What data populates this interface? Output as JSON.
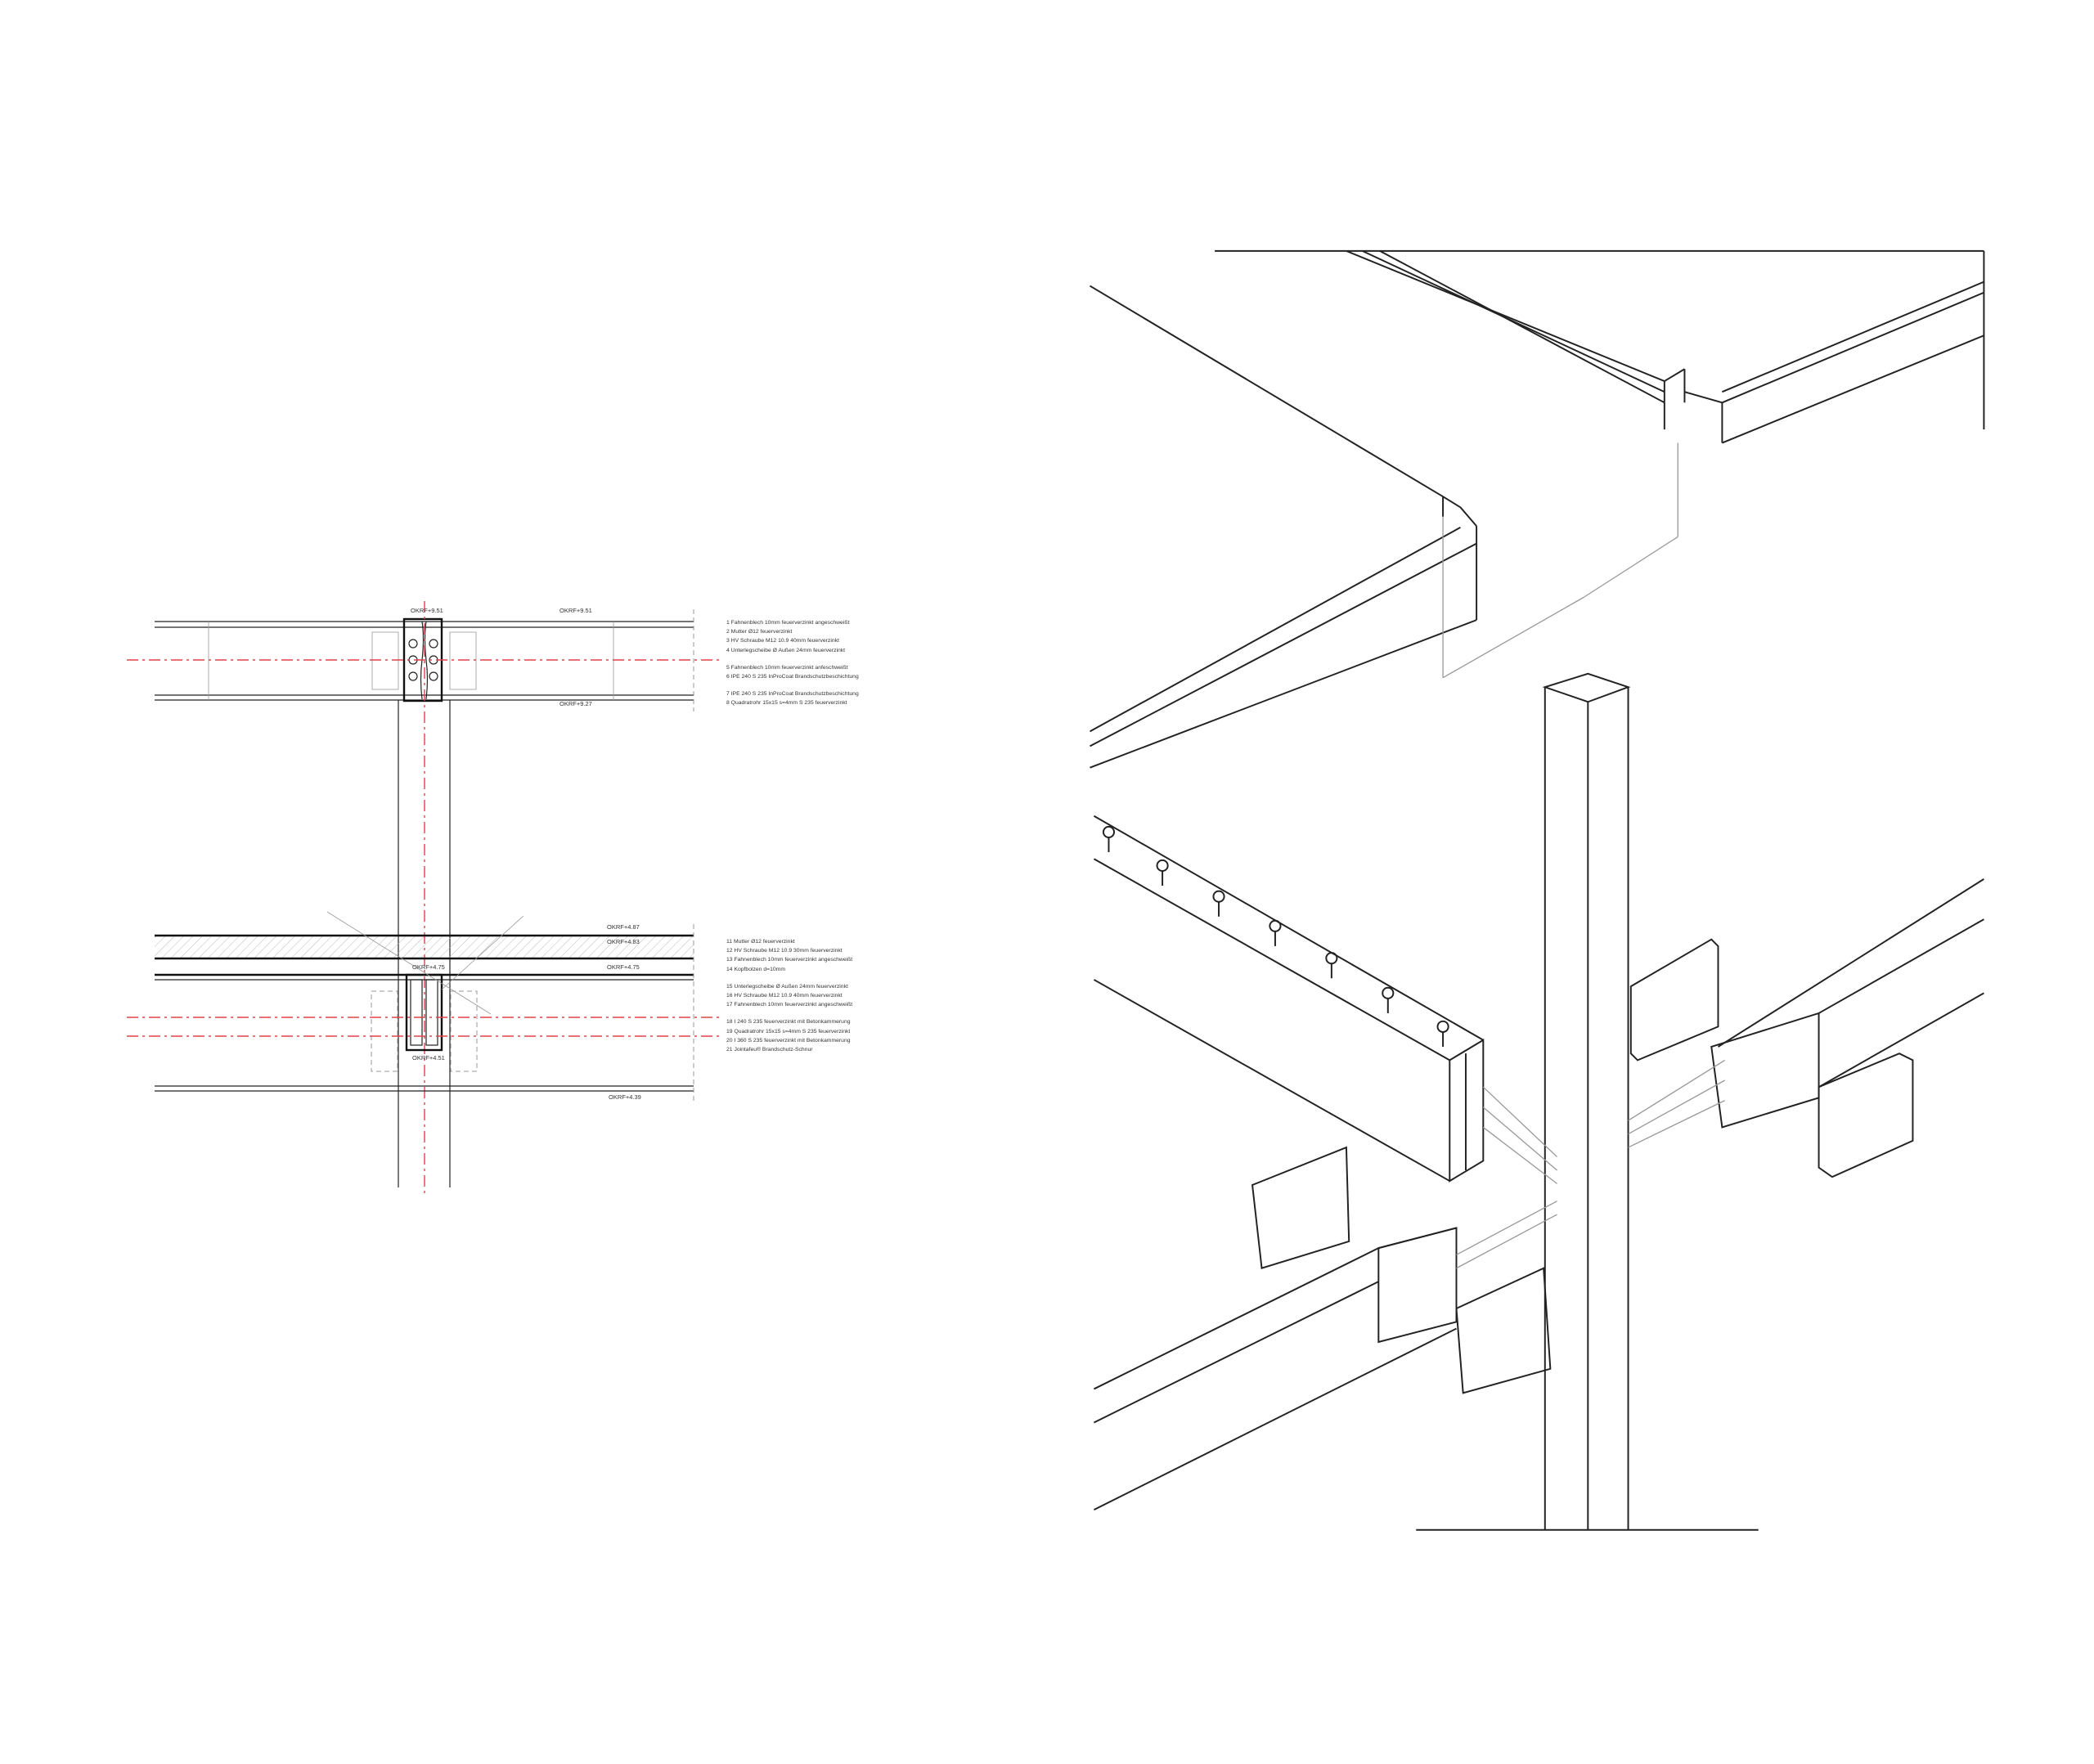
{
  "legend_upper": [
    "1 Fahnenblech 10mm feuerverzinkt angeschweißt",
    "2 Mutter Ø12 feuerverzinkt",
    "3 HV Schraube M12 10.9 40mm feuerverzinkt",
    "4 Unterlegscheibe Ø Außen 24mm feuerverzinkt",
    "5 Fahnenblech 10mm feuerverzinkt anfeschweißt",
    "6 IPE 240 S 235 InProCoat Brandschutzbeschichtung",
    "7 IPE 240 S 235 InProCoat Brandschutzbeschichtung",
    "8 Quadratrohr 15x15 s=4mm S 235 feuerverzinkt"
  ],
  "legend_lower": [
    "11 Mutter Ø12 feuerverzinkt",
    "12 HV Schraube M12 10.9 30mm feuerverzinkt",
    "13 Fahnenblech 10mm feuerverzinkt angeschweißt",
    "14 Kopfbolzen d=10mm",
    "15 Unterlegscheibe Ø Außen 24mm feuerverzinkt",
    "16 HV Schraube M12 10.9 40mm feuerverzinkt",
    "17 Fahnenblech 10mm feuerverzinkt angeschweißt",
    "18 I 240 S 235 feuerverzinkt mit Betonkammerung",
    "19 Quadratrohr 15x15 s=4mm S 235 feuerverzinkt",
    "20 I 360 S 235 feuerverzinkt mit Betonkammerung",
    "21 Jointafeu® Brandschutz-Schnur"
  ],
  "levels": {
    "upper_conn": "OKRF+9.51",
    "upper_top": "OKRF+9.51",
    "upper_bottom": "OKRF+9.27",
    "slab_top": "OKRF+4.87",
    "slab_mid": "OKRF+4.83",
    "deck": "OKRF+4.75",
    "lower_conn": "OKRF+4.75",
    "lower_conn_bottom": "OKRF+4.51",
    "lower_bottom": "OKRF+4.39"
  },
  "colors": {
    "axis": "#e0404a",
    "line": "#222222"
  }
}
